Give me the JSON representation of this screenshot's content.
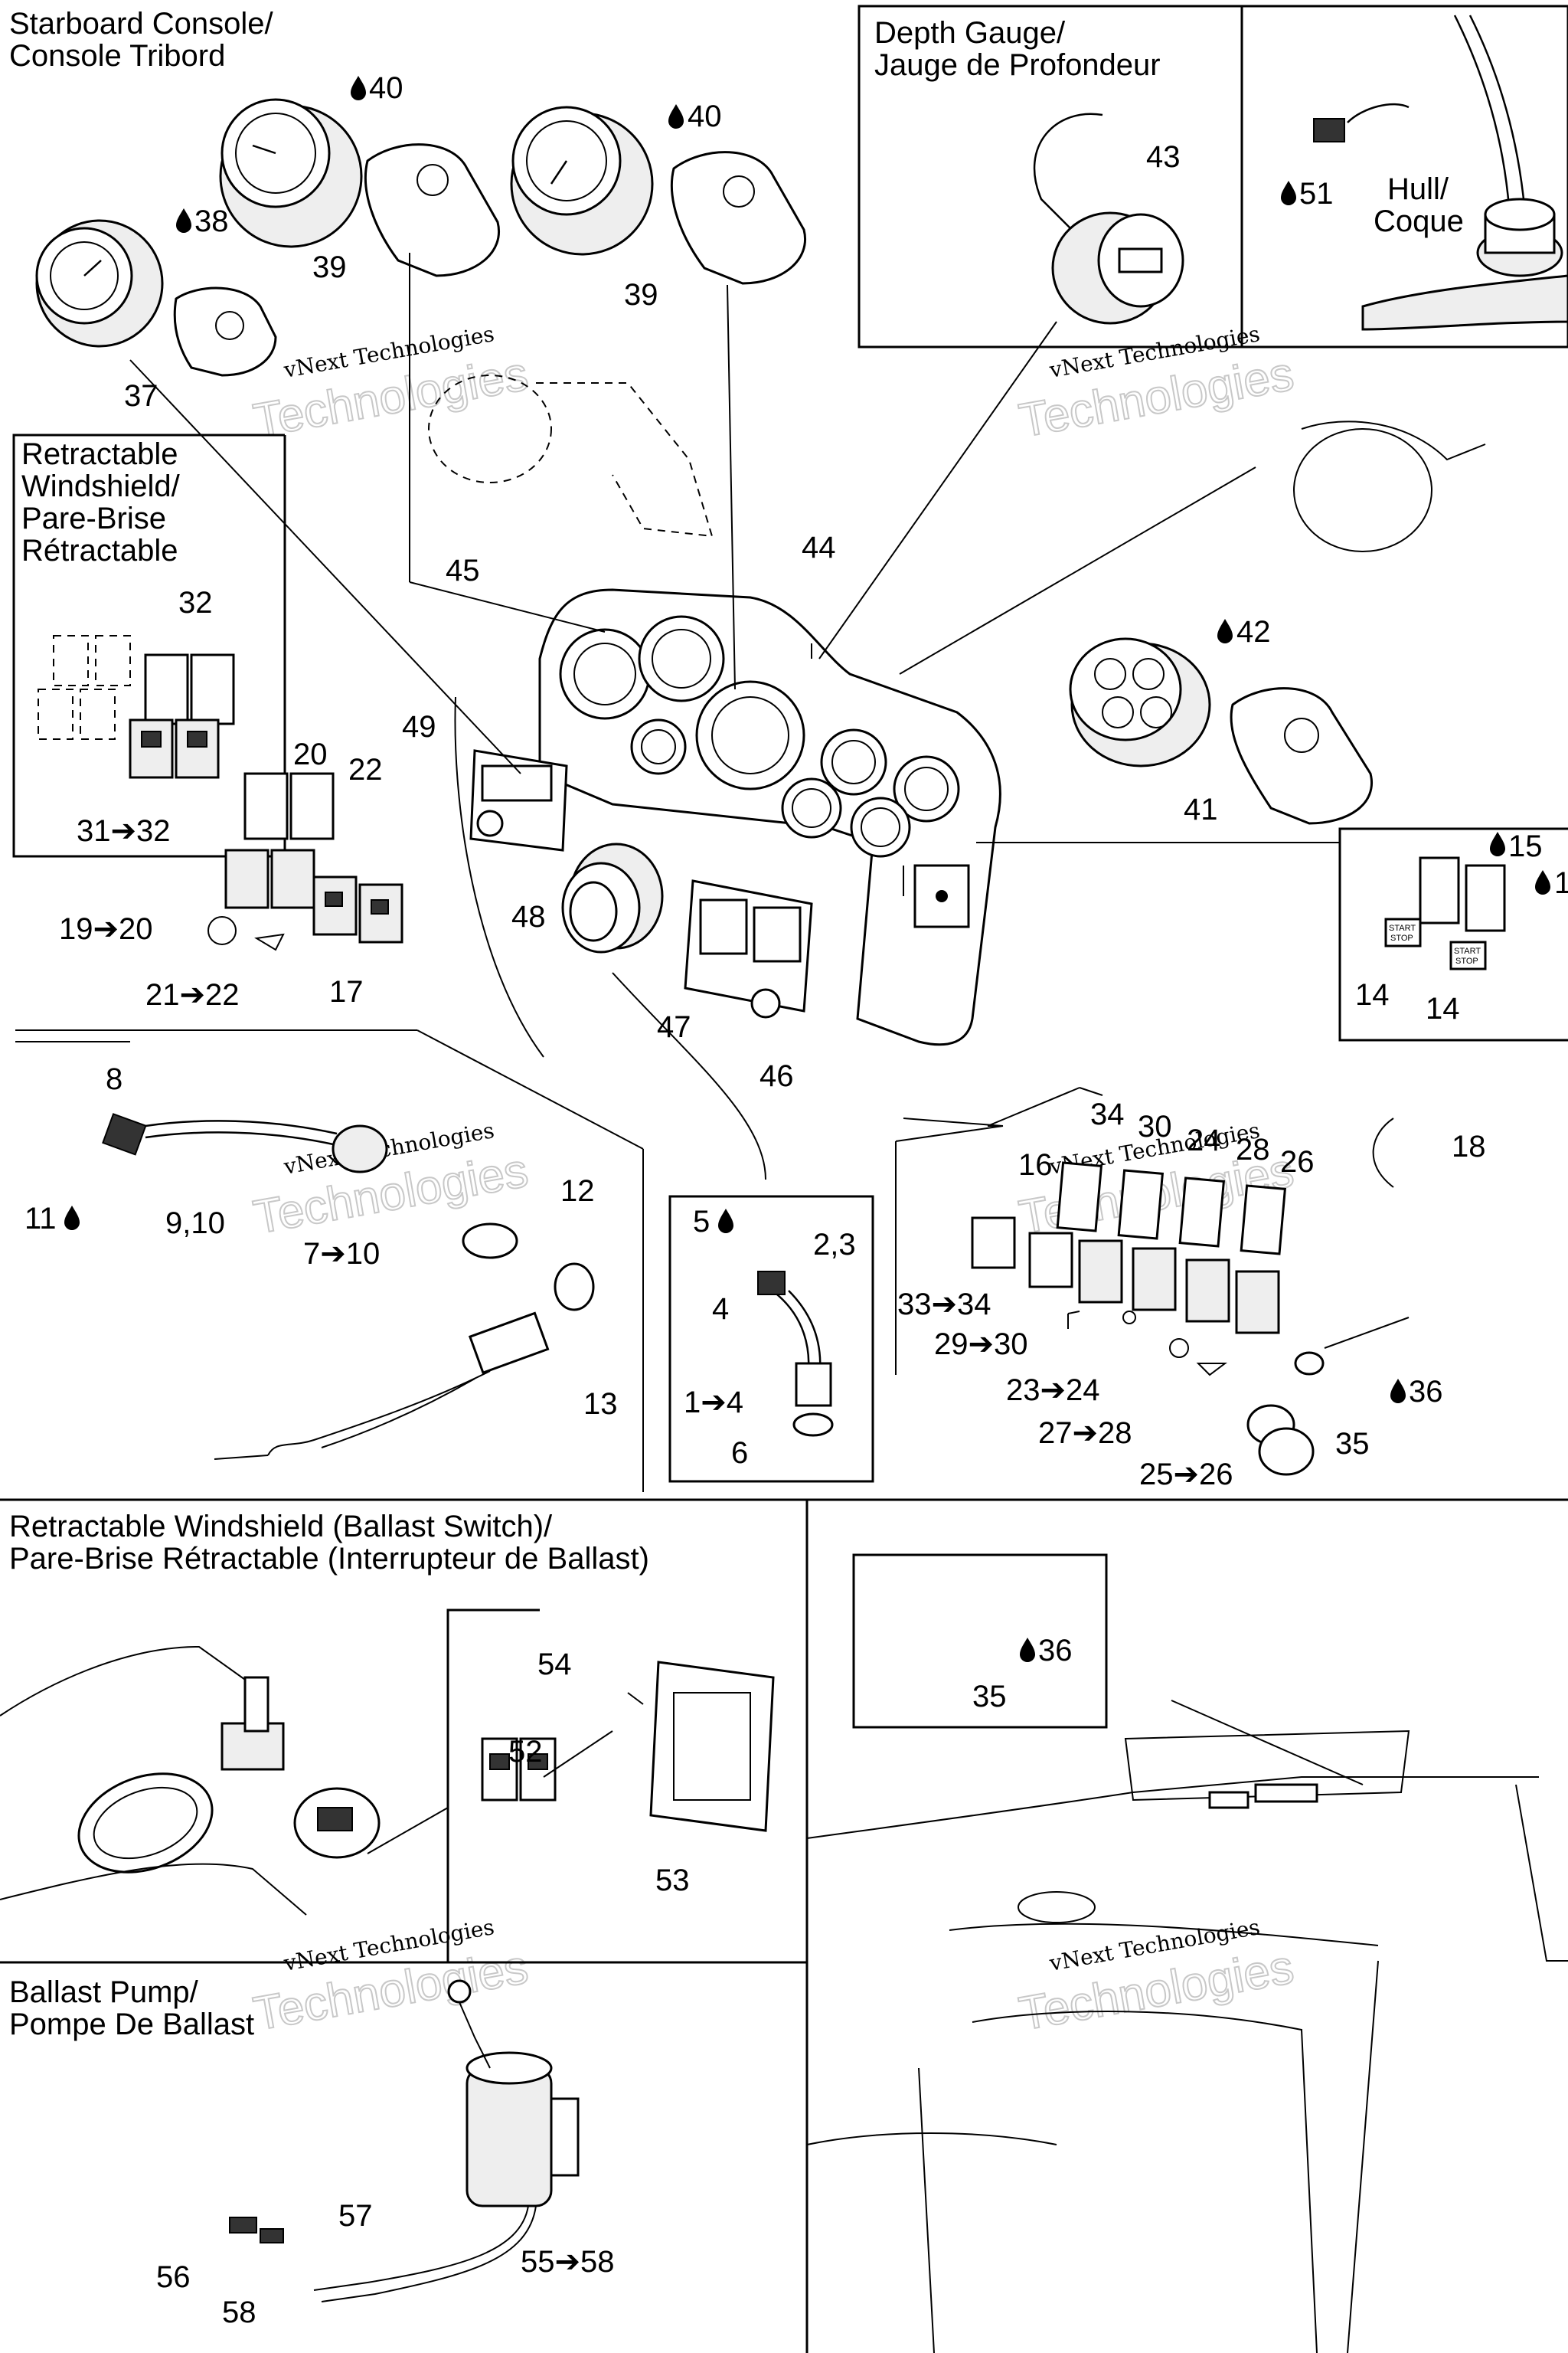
{
  "sections": {
    "starboard_console": {
      "line1": "Starboard Console/",
      "line2": "Console Tribord"
    },
    "depth_gauge": {
      "line1": "Depth Gauge/",
      "line2": "Jauge de Profondeur"
    },
    "hull": {
      "line1": "Hull/",
      "line2": "Coque"
    },
    "retractable_windshield": {
      "line1": "Retractable",
      "line2": "Windshield/",
      "line3": "Pare-Brise",
      "line4": "Rétractable"
    },
    "ballast_switch": {
      "line1": "Retractable Windshield (Ballast Switch)/",
      "line2": "Pare-Brise Rétractable (Interrupteur de Ballast)"
    },
    "ballast_pump": {
      "line1": "Ballast Pump/",
      "line2": "Pompe De Ballast"
    }
  },
  "watermark": {
    "line1": "vNext Technologies",
    "line2": "Technologies"
  },
  "switch_labels": {
    "start": "START",
    "stop": "STOP"
  },
  "callouts": {
    "c40a": "40",
    "c40b": "40",
    "c38": "38",
    "c39a": "39",
    "c39b": "39",
    "c37": "37",
    "c43": "43",
    "c51": "51",
    "c45": "45",
    "c44": "44",
    "c42": "42",
    "c41": "41",
    "c32": "32",
    "c31": "31➔32",
    "c20": "20",
    "c22": "22",
    "c49": "49",
    "c19": "19➔20",
    "c21": "21➔22",
    "c17": "17",
    "c48": "48",
    "c47": "47",
    "c46": "46",
    "c15": "15",
    "c1x": "1",
    "c14a": "14",
    "c14b": "14",
    "c8": "8",
    "c11": "11",
    "c910": "9,10",
    "c710": "7➔10",
    "c12": "12",
    "c13": "13",
    "c5": "5",
    "c23b": "2,3",
    "c4": "4",
    "c14c": "1➔4",
    "c6": "6",
    "c34": "34",
    "c30": "30",
    "c24": "24",
    "c28": "28",
    "c26": "26",
    "c16": "16",
    "c18": "18",
    "c33": "33➔34",
    "c29": "29➔30",
    "c23": "23➔24",
    "c27": "27➔28",
    "c25": "25➔26",
    "c36a": "36",
    "c35a": "35",
    "c54": "54",
    "c52": "52",
    "c53": "53",
    "c36b": "36",
    "c35b": "35",
    "c57": "57",
    "c56": "56",
    "c55": "55➔58",
    "c58": "58"
  }
}
